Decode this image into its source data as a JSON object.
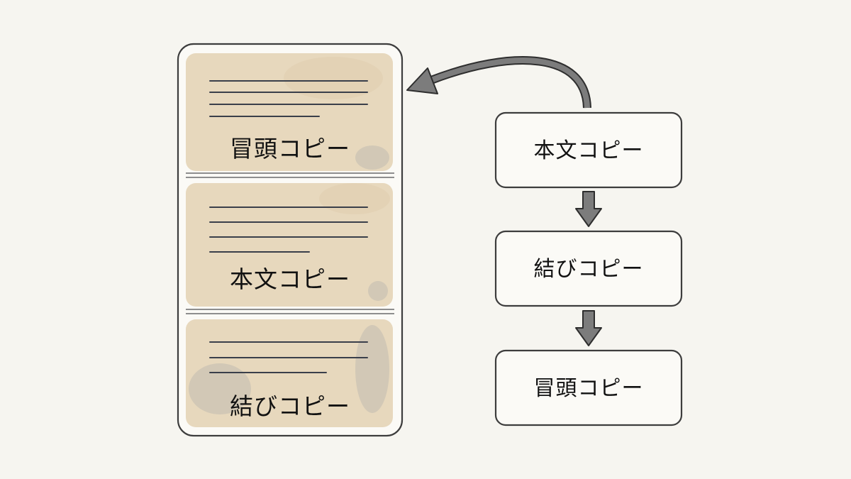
{
  "document": {
    "sections": [
      {
        "label": "冒頭コピー"
      },
      {
        "label": "本文コピー"
      },
      {
        "label": "結びコピー"
      }
    ]
  },
  "flow": {
    "steps": [
      {
        "label": "本文コピー"
      },
      {
        "label": "結びコピー"
      },
      {
        "label": "冒頭コピー"
      }
    ]
  }
}
